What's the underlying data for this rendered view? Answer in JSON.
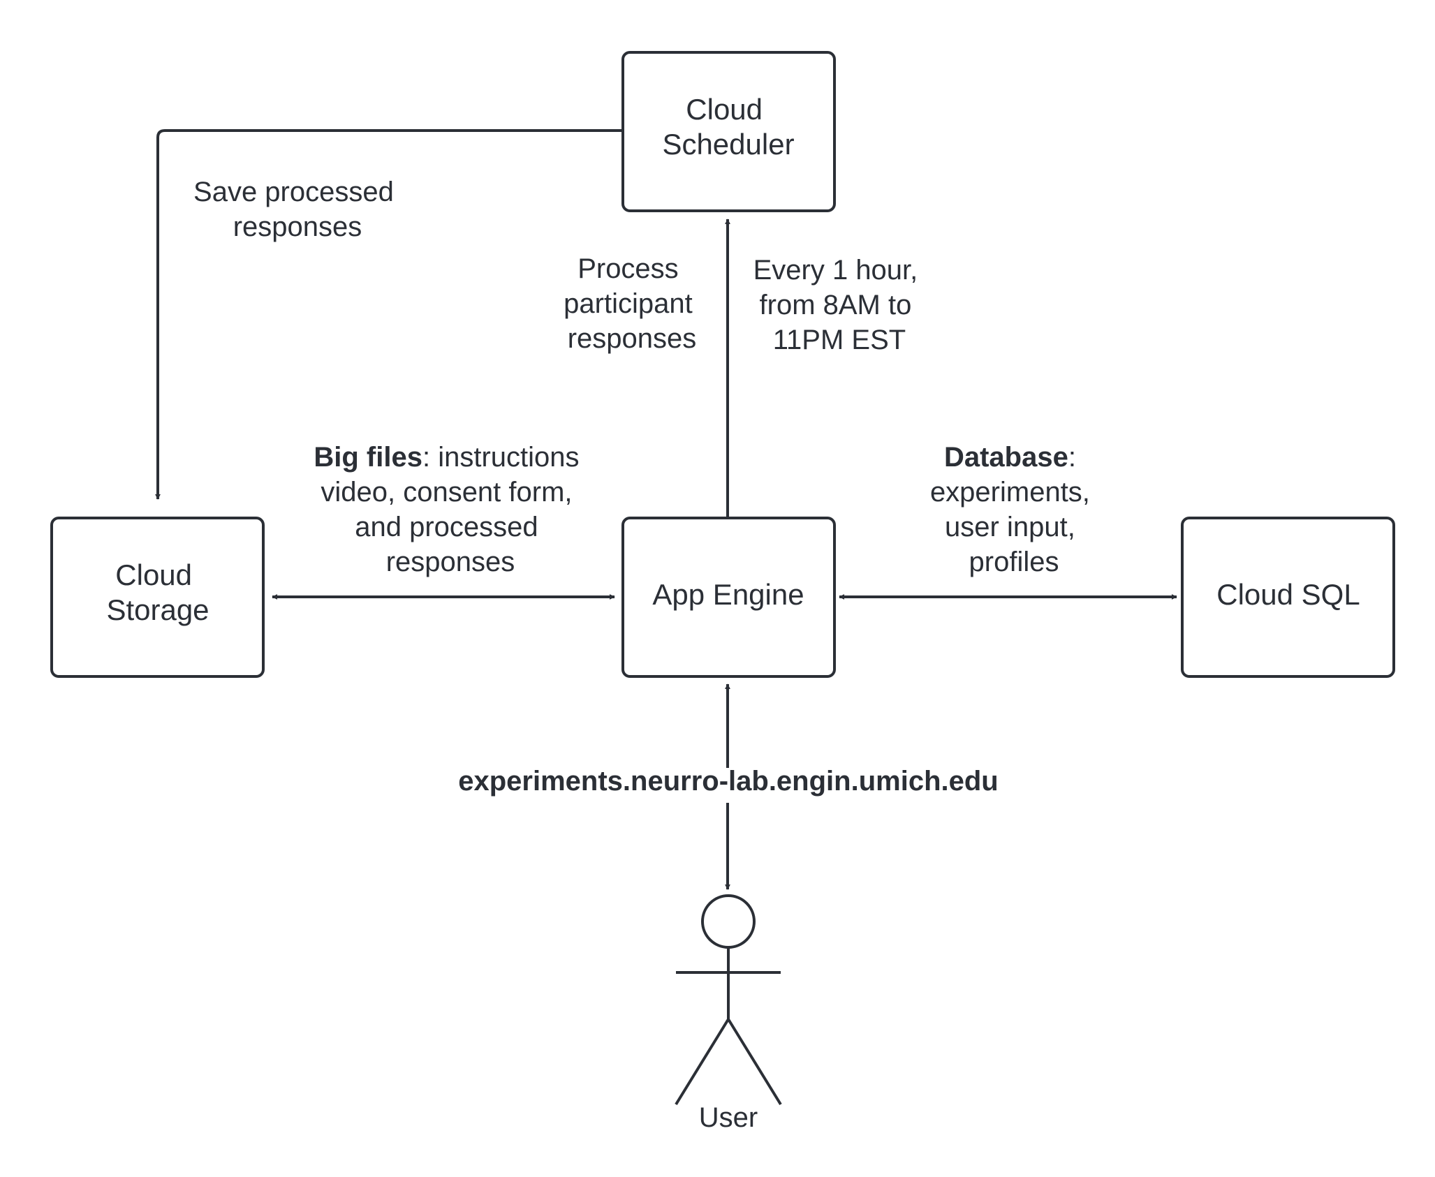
{
  "nodes": {
    "cloud_scheduler": {
      "lines": [
        "Cloud",
        "Scheduler"
      ]
    },
    "cloud_storage": {
      "lines": [
        "Cloud",
        "Storage"
      ]
    },
    "app_engine": {
      "lines": [
        "App Engine"
      ]
    },
    "cloud_sql": {
      "lines": [
        "Cloud SQL"
      ]
    },
    "user": {
      "label": "User"
    }
  },
  "edges": {
    "save_processed": {
      "lines": [
        "Save processed",
        "responses"
      ]
    },
    "process_participant": {
      "lines": [
        "Process",
        "participant",
        "responses"
      ]
    },
    "schedule": {
      "lines": [
        "Every 1 hour,",
        "from 8AM to",
        "11PM EST"
      ]
    },
    "big_files": {
      "bold": "Big files",
      "rest": ": instructions",
      "lines": [
        "video, consent form,",
        "and processed",
        "responses"
      ]
    },
    "database": {
      "bold": "Database",
      "rest": ":",
      "lines": [
        "experiments,",
        "user input,",
        "profiles"
      ]
    },
    "url": {
      "label": "experiments.neurro-lab.engin.umich.edu"
    }
  }
}
